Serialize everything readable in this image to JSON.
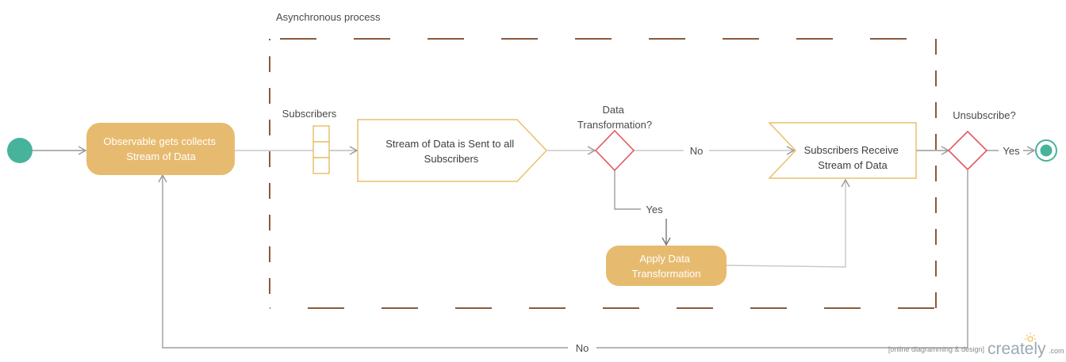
{
  "diagram": {
    "group_label": "Asynchronous process",
    "start_node": "",
    "observable": {
      "line1": "Observable gets collects",
      "line2": "Stream of Data"
    },
    "subscribers_label": "Subscribers",
    "stream_sent": {
      "line1": "Stream of Data is Sent to all",
      "line2": "Subscribers"
    },
    "transform_question": {
      "line1": "Data",
      "line2": "Transformation?"
    },
    "edge_no_transform": "No",
    "edge_yes_transform": "Yes",
    "apply_transform": {
      "line1": "Apply Data",
      "line2": "Transformation"
    },
    "receive": {
      "line1": "Subscribers Receive",
      "line2": "Stream of Data"
    },
    "unsubscribe_question": "Unsubscribe?",
    "edge_yes_unsubscribe": "Yes",
    "edge_no_unsubscribe": "No"
  },
  "watermark": {
    "tagline": "[online diagramming & design]",
    "brand": "creately",
    "domain": ".com"
  },
  "colors": {
    "start": "#47b39a",
    "action_fill": "#e7bb6f",
    "outline": "#e8c06b",
    "decision": "#e2595f",
    "boundary": "#8a5a3c",
    "connector": "#bfbfbf",
    "return_line": "#9e9e9e",
    "brand": "#9aa9b5",
    "brand_accent": "#f2b43a"
  }
}
